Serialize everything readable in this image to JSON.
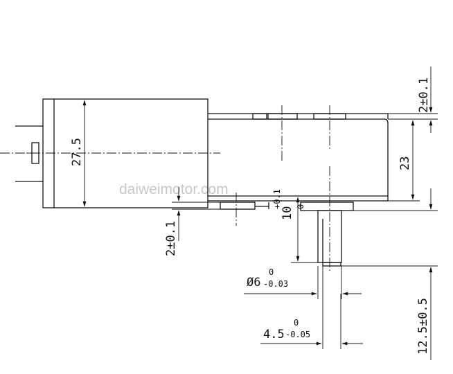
{
  "watermark": "daiweimotor.com",
  "dimensions": {
    "motor_diameter": "27.5",
    "plate_thickness_top": "2",
    "plate_thickness_top_tol": "±0.1",
    "gearbox_height": "23",
    "plate_thickness_bottom": "2",
    "plate_thickness_bottom_tol": "±0.1",
    "hub_height": "10",
    "hub_height_tol_upper": "+0.1",
    "hub_height_tol_lower": "0",
    "shaft_length": "12.5",
    "shaft_length_tol": "±0.5",
    "shaft_diameter": "Ø6",
    "shaft_diameter_tol_upper": "0",
    "shaft_diameter_tol_lower": "-0.03",
    "flat_width": "4.5",
    "flat_width_tol_upper": "0",
    "flat_width_tol_lower": "-0.05"
  }
}
